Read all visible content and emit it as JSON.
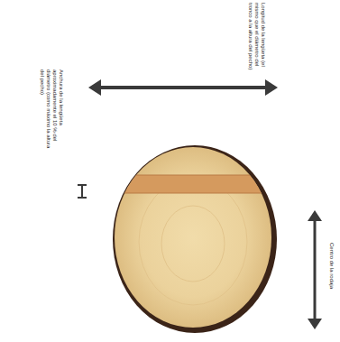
{
  "diagram": {
    "labels": [
      "Longitud de la lengüeta (el mismo que el diámetro del tronco a la altura del pecho)",
      "Anchura de la lengüeta aproximadamente el 10 % del diámetro (como máximo la altura del pecho)",
      "Centro de la rodaja"
    ]
  }
}
